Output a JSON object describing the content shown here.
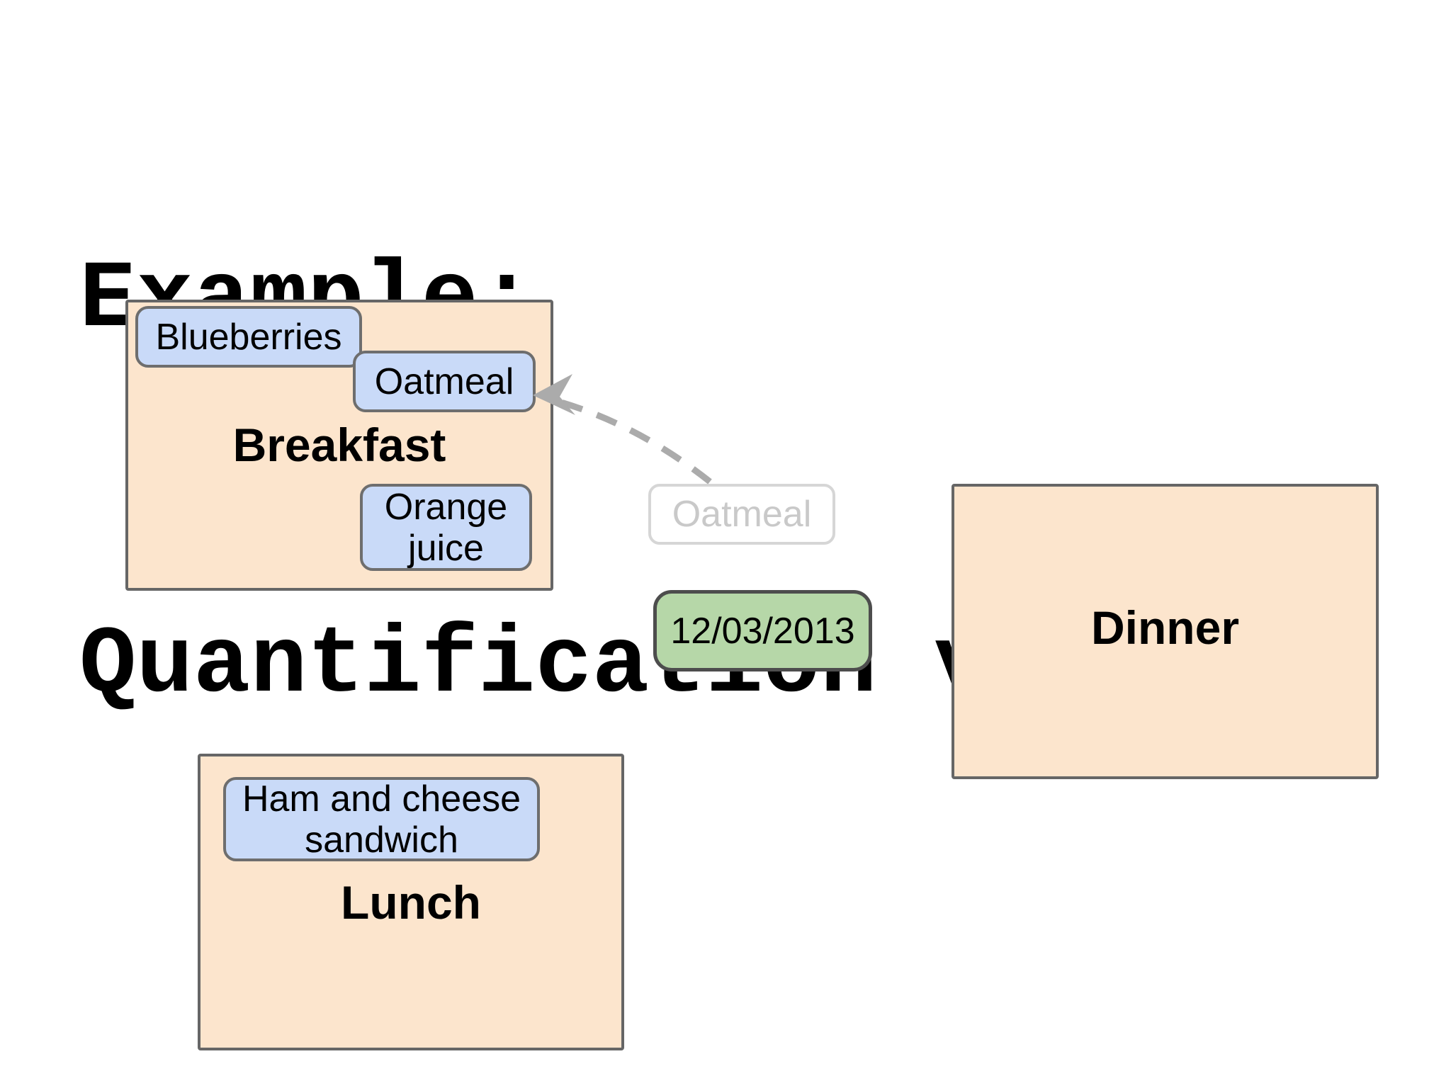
{
  "slide": {
    "title_line1": "Example:",
    "title_line2": "Quantification view.."
  },
  "meals": [
    {
      "label": "Breakfast",
      "items": [
        {
          "label": "Blueberries"
        },
        {
          "label": "Oatmeal"
        },
        {
          "label": "Orange juice"
        }
      ]
    },
    {
      "label": "Lunch",
      "items": [
        {
          "label": "Ham and cheese sandwich"
        }
      ]
    },
    {
      "label": "Dinner",
      "items": []
    }
  ],
  "drag_preview": {
    "label": "Oatmeal"
  },
  "date_tag": {
    "label": "12/03/2013"
  },
  "colors": {
    "meal_box_fill": "#fce5cd",
    "meal_box_border": "#666666",
    "item_fill": "#c9daf8",
    "item_border": "#6e6e6e",
    "date_fill": "#b6d7a8",
    "date_border": "#4d4d4d",
    "ghost_border": "#d6d6d6",
    "ghost_text": "#c9c9c9",
    "arrow": "#ababab"
  }
}
